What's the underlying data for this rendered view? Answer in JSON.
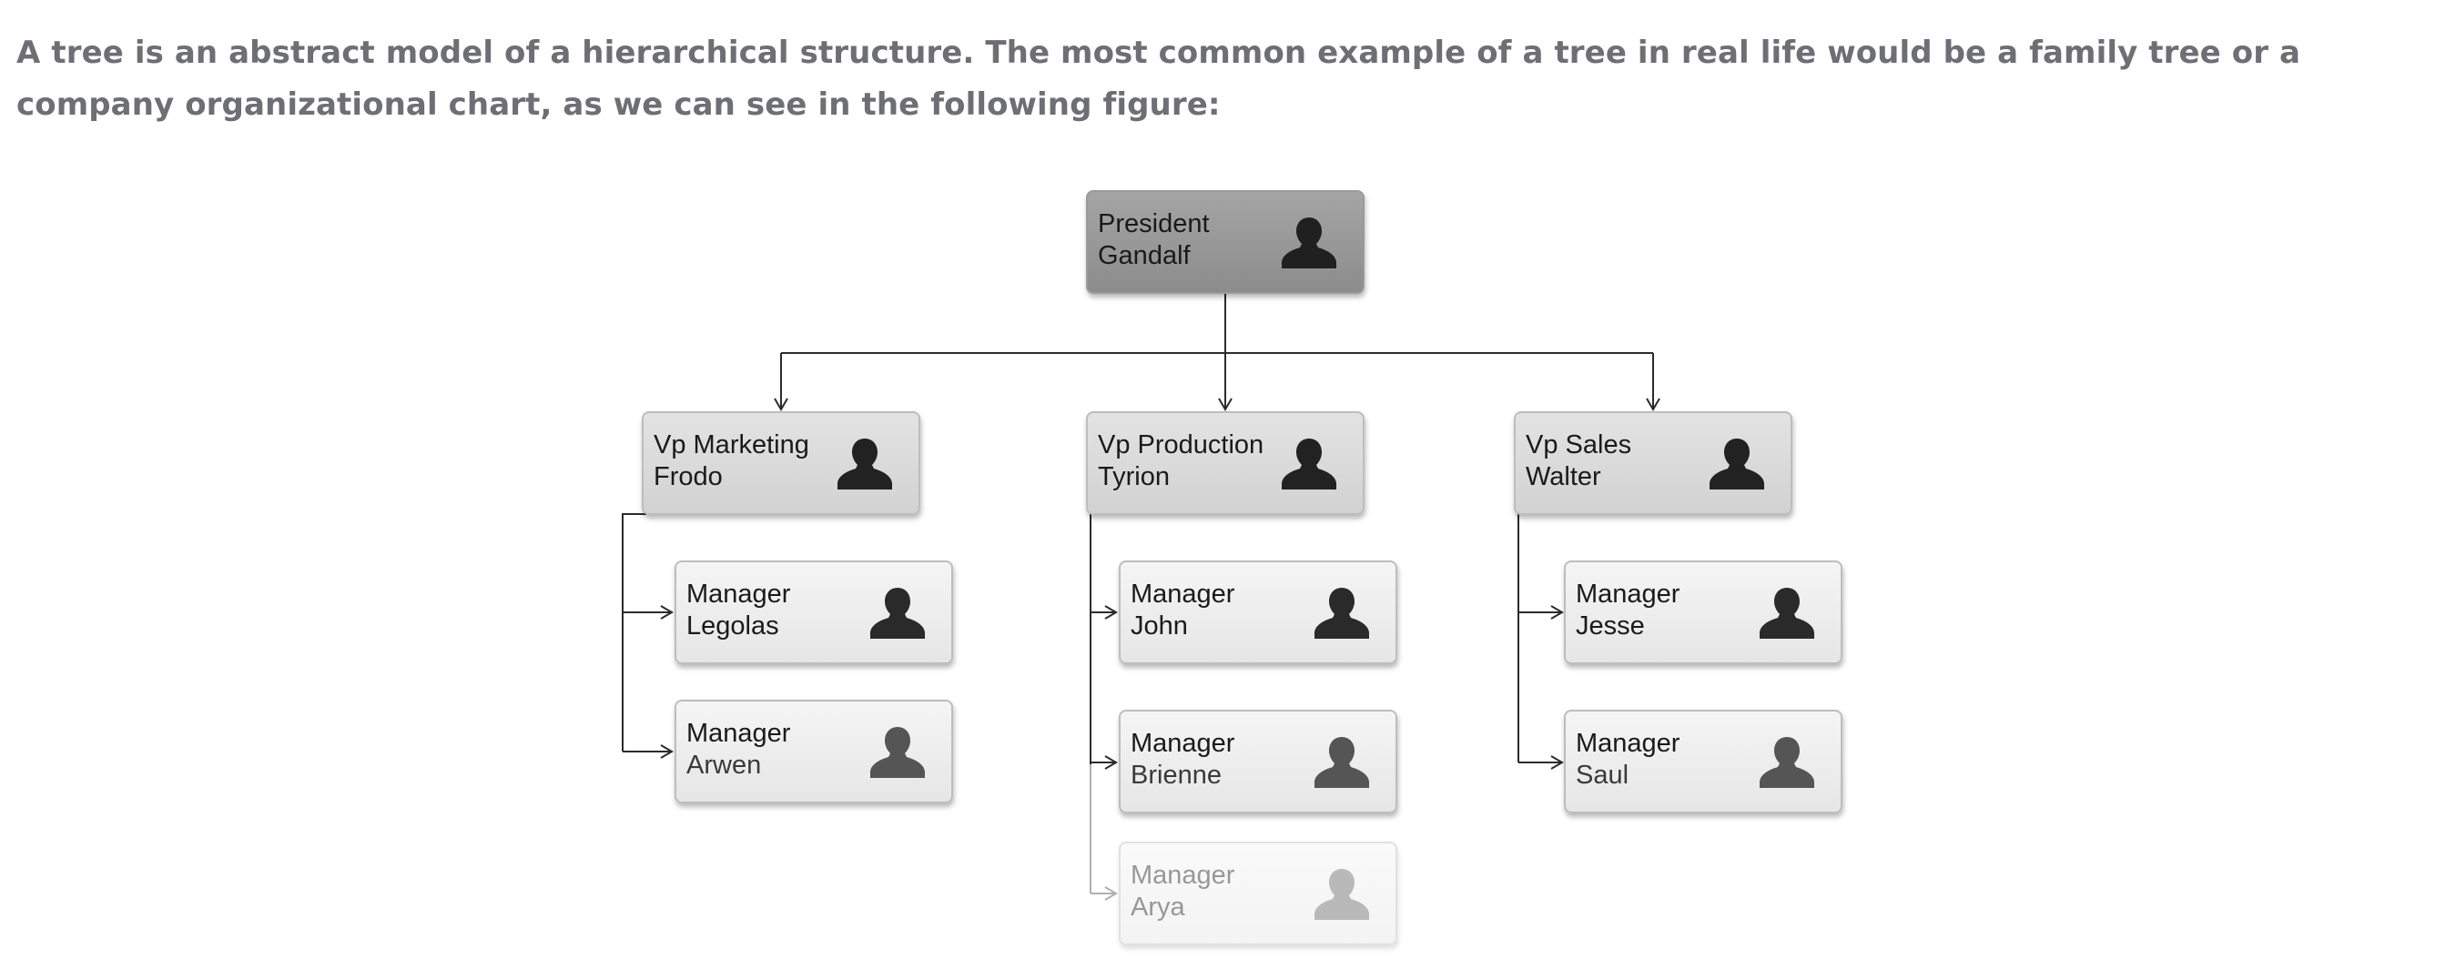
{
  "intro": {
    "text": "A tree is an abstract model of a hierarchical structure. The most common example of a tree in real life would be a family tree or a company organizational chart, as we can see in the following figure:"
  },
  "org_chart": {
    "root": {
      "title": "President",
      "name": "Gandalf"
    },
    "vps": [
      {
        "title": "Vp Marketing",
        "name": "Frodo",
        "managers": [
          {
            "title": "Manager",
            "name": "Legolas"
          },
          {
            "title": "Manager",
            "name": "Arwen"
          }
        ]
      },
      {
        "title": "Vp Production",
        "name": "Tyrion",
        "managers": [
          {
            "title": "Manager",
            "name": "John"
          },
          {
            "title": "Manager",
            "name": "Brienne"
          },
          {
            "title": "Manager",
            "name": "Arya"
          }
        ]
      },
      {
        "title": "Vp Sales",
        "name": "Walter",
        "managers": [
          {
            "title": "Manager",
            "name": "Jesse"
          },
          {
            "title": "Manager",
            "name": "Saul"
          }
        ]
      }
    ]
  },
  "colors": {
    "text": "#6e6e75",
    "connector": "#2b2b2b",
    "president_fill": "#999999",
    "vp_fill": "#dadada",
    "manager_fill": "#eeeeee"
  },
  "icons": {
    "person": "person-silhouette-icon"
  }
}
